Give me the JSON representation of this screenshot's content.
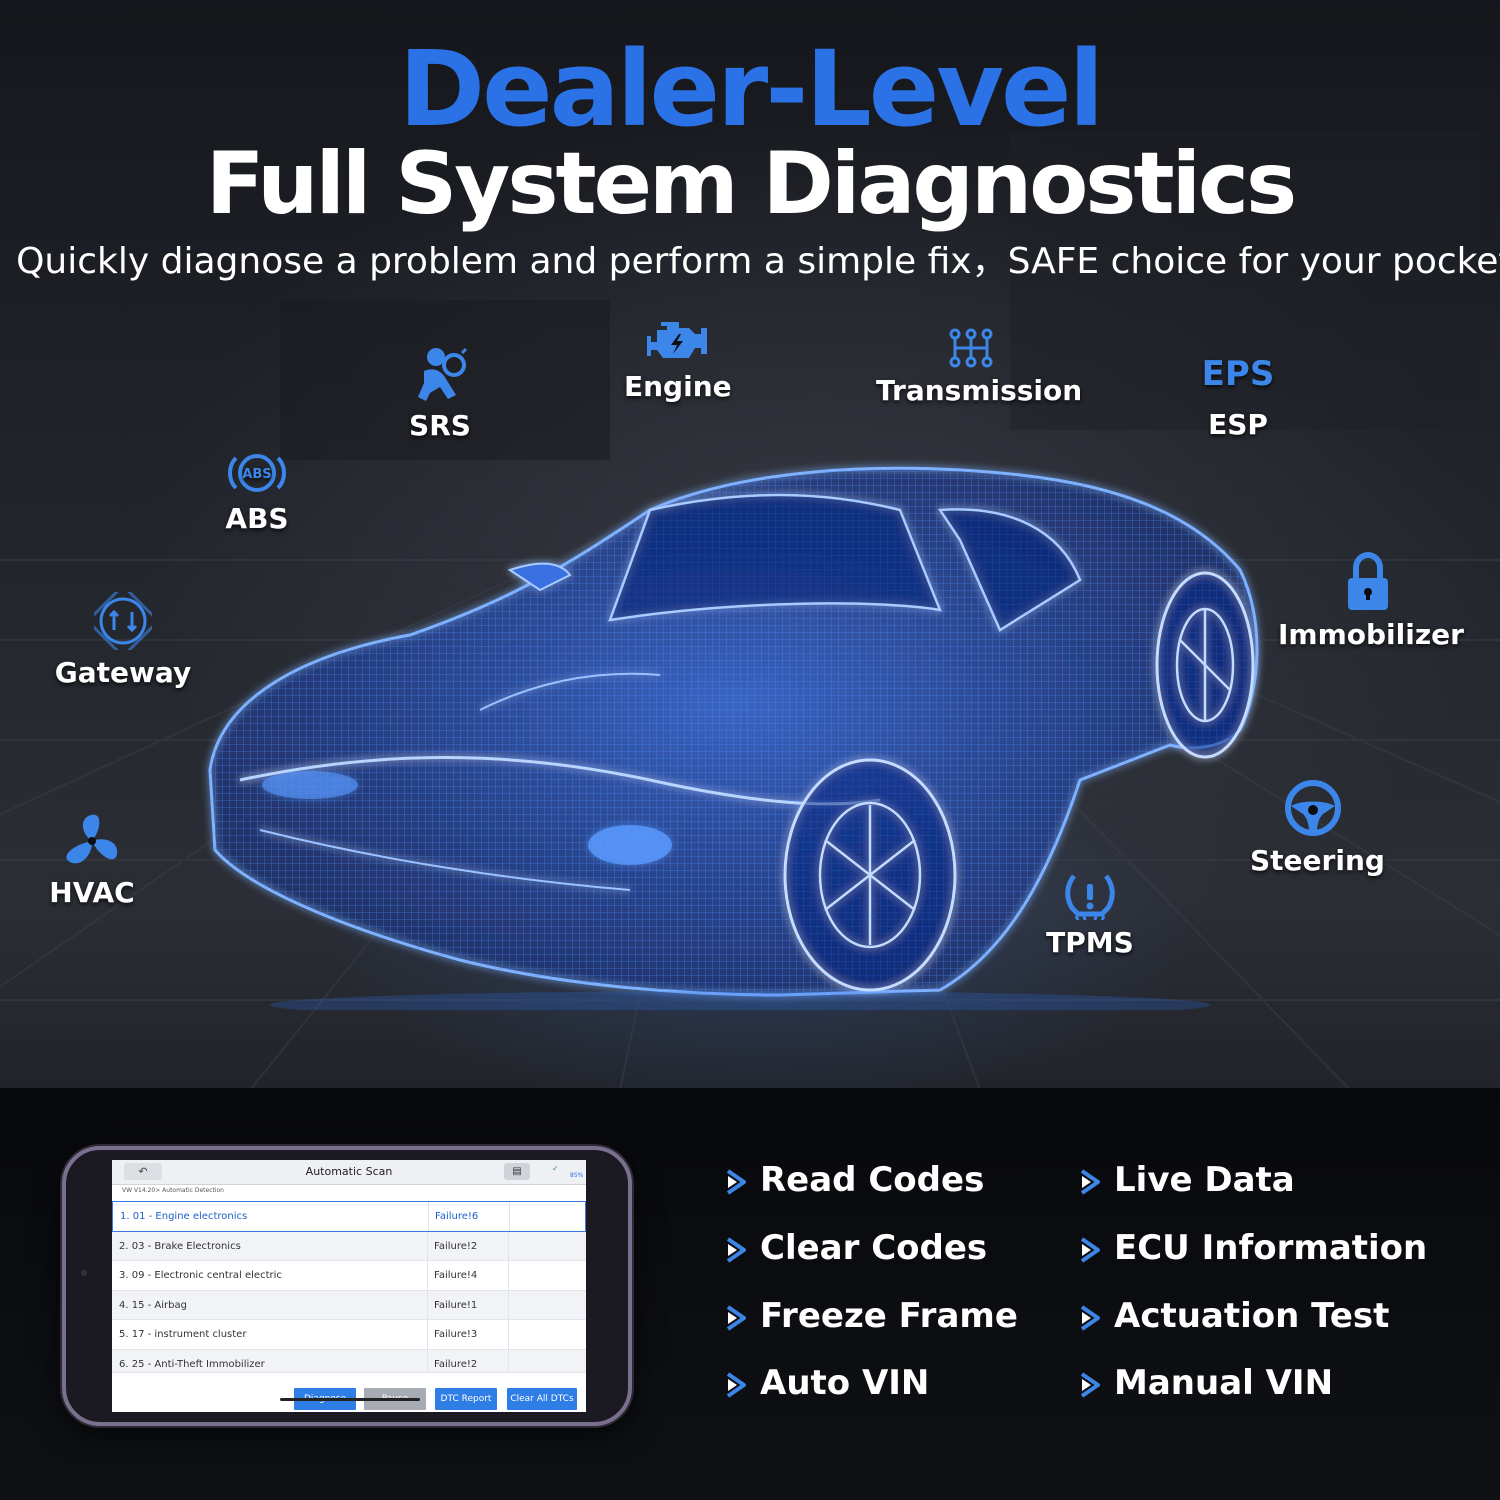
{
  "headline": {
    "line1": "Dealer-Level",
    "line2": "Full System Diagnostics",
    "subtitle": "Quickly diagnose a problem and perform a simple fix，SAFE choice for your pocket."
  },
  "systems": {
    "srs": {
      "label": "SRS",
      "icon": "airbag-person-icon"
    },
    "engine": {
      "label": "Engine",
      "icon": "engine-icon"
    },
    "transmission": {
      "label": "Transmission",
      "icon": "gear-shift-icon"
    },
    "eps": {
      "badge": "EPS",
      "label": "ESP"
    },
    "abs": {
      "label": "ABS",
      "icon": "abs-icon",
      "icon_text": "ABS"
    },
    "gateway": {
      "label": "Gateway",
      "icon": "gateway-icon"
    },
    "immobilizer": {
      "label": "Immobilizer",
      "icon": "lock-icon"
    },
    "hvac": {
      "label": "HVAC",
      "icon": "fan-icon"
    },
    "steering": {
      "label": "Steering",
      "icon": "steering-wheel-icon"
    },
    "tpms": {
      "label": "TPMS",
      "icon": "tire-pressure-icon"
    }
  },
  "phone": {
    "title": "Automatic Scan",
    "breadcrumb": "VW V14.20> Automatic Detection",
    "battery": "85%",
    "rows": [
      {
        "name": "1. 01 - Engine electronics",
        "status": "Failure!6"
      },
      {
        "name": "2. 03 - Brake Electronics",
        "status": "Failure!2"
      },
      {
        "name": "3. 09 - Electronic central electric",
        "status": "Failure!4"
      },
      {
        "name": "4. 15 - Airbag",
        "status": "Failure!1"
      },
      {
        "name": "5. 17 - instrument cluster",
        "status": "Failure!3"
      },
      {
        "name": "6. 25 - Anti-Theft Immobilizer",
        "status": "Failure!2"
      }
    ],
    "buttons": {
      "diagnose": "Diagnose",
      "pause": "Pause",
      "dtc_report": "DTC Report",
      "clear_all": "Clear All DTCs"
    }
  },
  "features": {
    "left": [
      "Read Codes",
      "Clear Codes",
      "Freeze Frame",
      "Auto VIN"
    ],
    "right": [
      "Live Data",
      "ECU Information",
      "Actuation Test",
      "Manual VIN"
    ]
  },
  "colors": {
    "accent_blue": "#2a72e6",
    "icon_blue": "#3b86e8",
    "text_white": "#ffffff"
  }
}
